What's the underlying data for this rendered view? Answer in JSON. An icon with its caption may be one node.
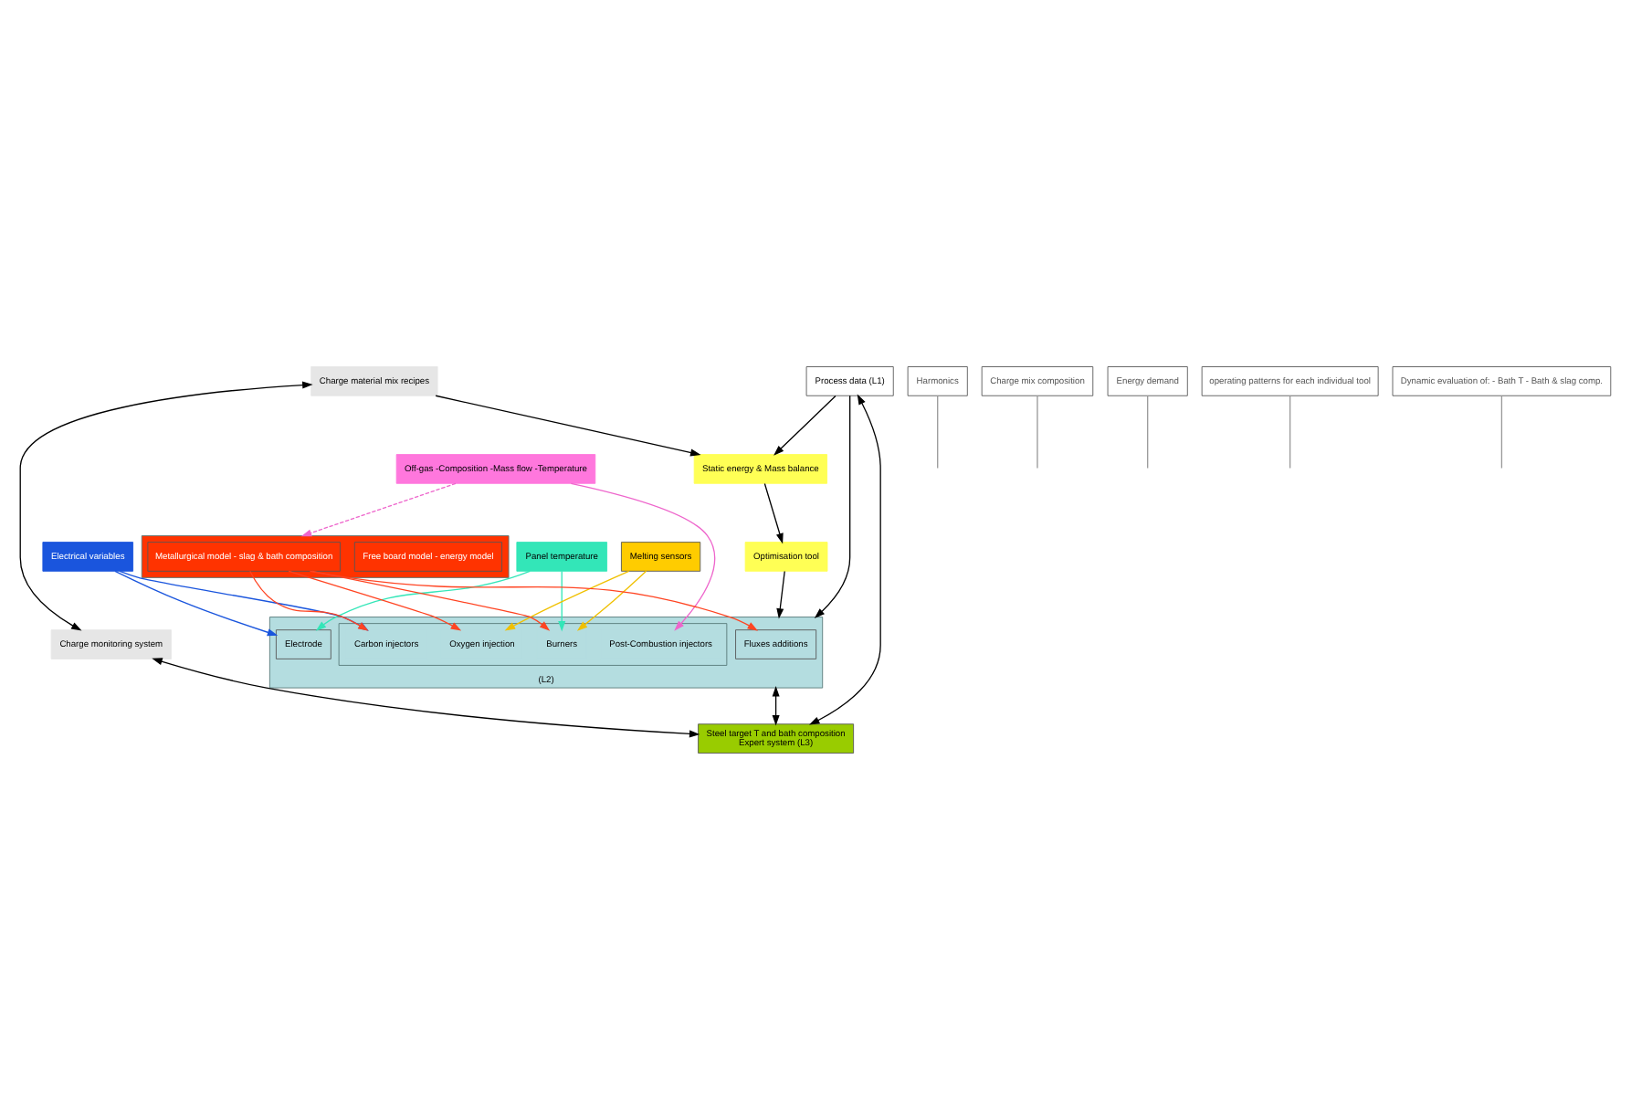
{
  "diagram": {
    "nodes": [
      {
        "text": [
          "Panel temperature"
        ]
      },
      {
        "text": [
          "Electrical variables"
        ]
      },
      {
        "text": [
          "Off-gas -Composition -Mass flow -Temperature"
        ]
      },
      {
        "text": [
          "Melting sensors"
        ]
      },
      {
        "text": [],
        "shape": "box"
      },
      {
        "text": [
          "Free board model - energy model"
        ],
        "in": 4
      },
      {
        "text": [
          "Metallurgical model - slag & bath composition"
        ],
        "in": 4
      },
      {
        "text": [
          "Charge material mix recipes"
        ]
      },
      {
        "text": [
          "Harmonics"
        ]
      },
      {
        "text": [
          "Charge mix composition"
        ]
      },
      {
        "text": [
          "Energy demand"
        ]
      },
      {
        "text": [
          "Static energy & Mass balance"
        ]
      },
      {
        "text": [
          "Optimisation tool"
        ]
      },
      {
        "text": [
          "operating patterns for each individual tool"
        ]
      },
      {
        "text": [
          "Charge monitoring system"
        ]
      },
      {
        "text": [
          "Process data (L1)"
        ]
      },
      {
        "text": [
          "(L2)"
        ]
      },
      {
        "text": [
          "Electrode"
        ],
        "in": 16
      },
      {
        "text": [],
        "shape": "box",
        "in": 16
      },
      {
        "text": [
          "Burners"
        ],
        "in": 18
      },
      {
        "text": [
          "Carbon injectors"
        ],
        "in": 18
      },
      {
        "text": [
          "Oxygen injection"
        ],
        "in": 18
      },
      {
        "text": [
          "Post-Combustion injectors"
        ],
        "in": 18
      },
      {
        "text": [
          "Fluxes additions"
        ],
        "in": 16
      },
      {
        "text": [
          "Dynamic evaluation of: - Bath T - Bath & slag comp."
        ]
      },
      {
        "text": [
          "Steel target T and bath composition",
          "Expert system (L3)"
        ]
      }
    ],
    "edges": [
      {
        "from": 0,
        "to": 17,
        "arrow": "to",
        "color": "#33e6b8"
      },
      {
        "from": 0,
        "to": 19,
        "arrow": "to",
        "color": "#33e6b8"
      },
      {
        "from": 1,
        "to": 17,
        "arrow": "to",
        "color": "#1a55dd"
      },
      {
        "from": 1,
        "to": 20,
        "arrow": "to",
        "color": "#1a55dd"
      },
      {
        "from": 2,
        "to": 22,
        "arrow": "to",
        "color": "#ee66cc"
      },
      {
        "from": 2,
        "to": 4,
        "arrow": "to",
        "style": "dashed",
        "color": "#ee66cc"
      },
      {
        "from": 3,
        "to": 19,
        "arrow": "to",
        "color": "#f0c000"
      },
      {
        "from": 3,
        "to": 21,
        "arrow": "to",
        "color": "#f0c000"
      },
      {
        "from": 6,
        "to": 19,
        "arrow": "to",
        "color": "#ff4422"
      },
      {
        "from": 6,
        "to": 20,
        "arrow": "to",
        "color": "#ff4422"
      },
      {
        "from": 6,
        "to": 21,
        "arrow": "to",
        "color": "#ff4422"
      },
      {
        "from": 6,
        "to": 23,
        "arrow": "to",
        "color": "#ff4422"
      },
      {
        "from": 7,
        "to": 11,
        "arrow": "to"
      },
      {
        "from": 7,
        "to": 14,
        "arrow": "both"
      },
      {
        "from": 11,
        "to": 12,
        "arrow": "to"
      },
      {
        "from": 12,
        "to": 16,
        "arrow": "to"
      },
      {
        "from": 15,
        "to": 11,
        "arrow": "to"
      },
      {
        "from": 15,
        "to": 16,
        "arrow": "to"
      },
      {
        "from": 15,
        "to": 25,
        "arrow": "both"
      },
      {
        "from": 14,
        "to": 25,
        "arrow": "both"
      },
      {
        "from": 16,
        "to": 25,
        "arrow": "both"
      },
      {
        "from": 8,
        "to": null,
        "arrow": "none",
        "color": "#999999"
      },
      {
        "from": 9,
        "to": null,
        "arrow": "none",
        "color": "#999999"
      },
      {
        "from": 10,
        "to": null,
        "arrow": "none",
        "color": "#999999"
      },
      {
        "from": 13,
        "to": null,
        "arrow": "none",
        "color": "#999999"
      },
      {
        "from": 24,
        "to": null,
        "arrow": "none",
        "color": "#999999"
      }
    ]
  }
}
